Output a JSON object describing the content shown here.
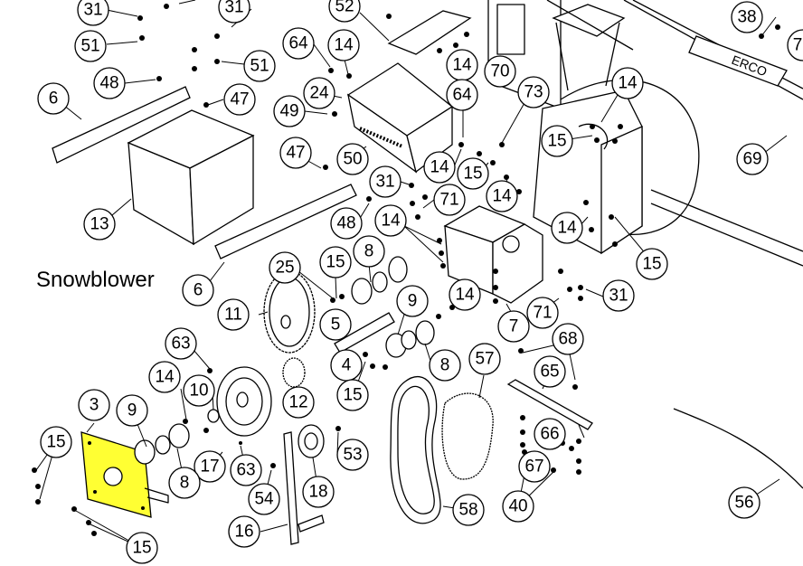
{
  "title": "Snowblower",
  "highlight_color": "#ffff33",
  "brand_plate_text": "ERCO",
  "callouts": [
    {
      "label": "31"
    },
    {
      "label": "31"
    },
    {
      "label": "52"
    },
    {
      "label": "38"
    },
    {
      "label": "7"
    },
    {
      "label": "51"
    },
    {
      "label": "51"
    },
    {
      "label": "64"
    },
    {
      "label": "14"
    },
    {
      "label": "14"
    },
    {
      "label": "70"
    },
    {
      "label": "48"
    },
    {
      "label": "6"
    },
    {
      "label": "47"
    },
    {
      "label": "24"
    },
    {
      "label": "49"
    },
    {
      "label": "64"
    },
    {
      "label": "73"
    },
    {
      "label": "14"
    },
    {
      "label": "15"
    },
    {
      "label": "69"
    },
    {
      "label": "47"
    },
    {
      "label": "50"
    },
    {
      "label": "14"
    },
    {
      "label": "15"
    },
    {
      "label": "13"
    },
    {
      "label": "31"
    },
    {
      "label": "71"
    },
    {
      "label": "14"
    },
    {
      "label": "48"
    },
    {
      "label": "14"
    },
    {
      "label": "14"
    },
    {
      "label": "15"
    },
    {
      "label": "25"
    },
    {
      "label": "15"
    },
    {
      "label": "8"
    },
    {
      "label": "6"
    },
    {
      "label": "9"
    },
    {
      "label": "14"
    },
    {
      "label": "71"
    },
    {
      "label": "31"
    },
    {
      "label": "11"
    },
    {
      "label": "5"
    },
    {
      "label": "7"
    },
    {
      "label": "63"
    },
    {
      "label": "4"
    },
    {
      "label": "8"
    },
    {
      "label": "68"
    },
    {
      "label": "14"
    },
    {
      "label": "57"
    },
    {
      "label": "10"
    },
    {
      "label": "15"
    },
    {
      "label": "65"
    },
    {
      "label": "12"
    },
    {
      "label": "3"
    },
    {
      "label": "9"
    },
    {
      "label": "66"
    },
    {
      "label": "15"
    },
    {
      "label": "53"
    },
    {
      "label": "17"
    },
    {
      "label": "63"
    },
    {
      "label": "8"
    },
    {
      "label": "67"
    },
    {
      "label": "18"
    },
    {
      "label": "54"
    },
    {
      "label": "58"
    },
    {
      "label": "40"
    },
    {
      "label": "56"
    },
    {
      "label": "16"
    },
    {
      "label": "15"
    }
  ]
}
